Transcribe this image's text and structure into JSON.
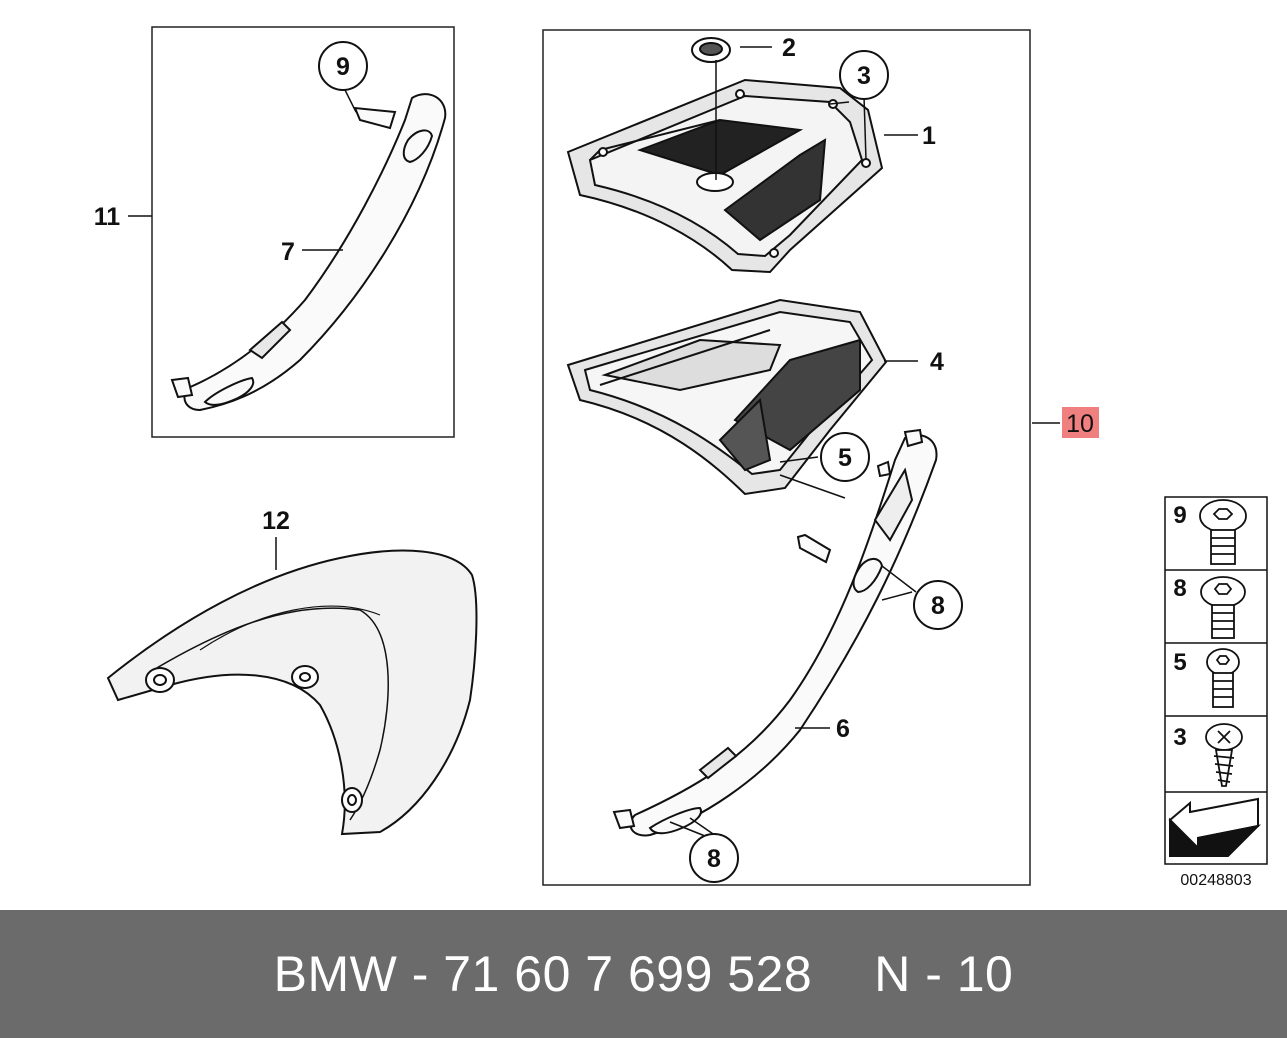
{
  "diagram": {
    "callouts": {
      "c1": "1",
      "c2": "2",
      "c3": "3",
      "c4": "4",
      "c5": "5",
      "c6": "6",
      "c7": "7",
      "c8a": "8",
      "c8b": "8",
      "c9": "9",
      "c10": "10",
      "c11": "11",
      "c12": "12"
    },
    "hardware_legend": {
      "items": [
        "9",
        "8",
        "5",
        "3"
      ]
    },
    "drawing_number": "00248803",
    "highlight_color": "#f08080"
  },
  "footer": {
    "part_label": "BMW - 71 60 7 699 528",
    "ref_label": "N - 10"
  }
}
